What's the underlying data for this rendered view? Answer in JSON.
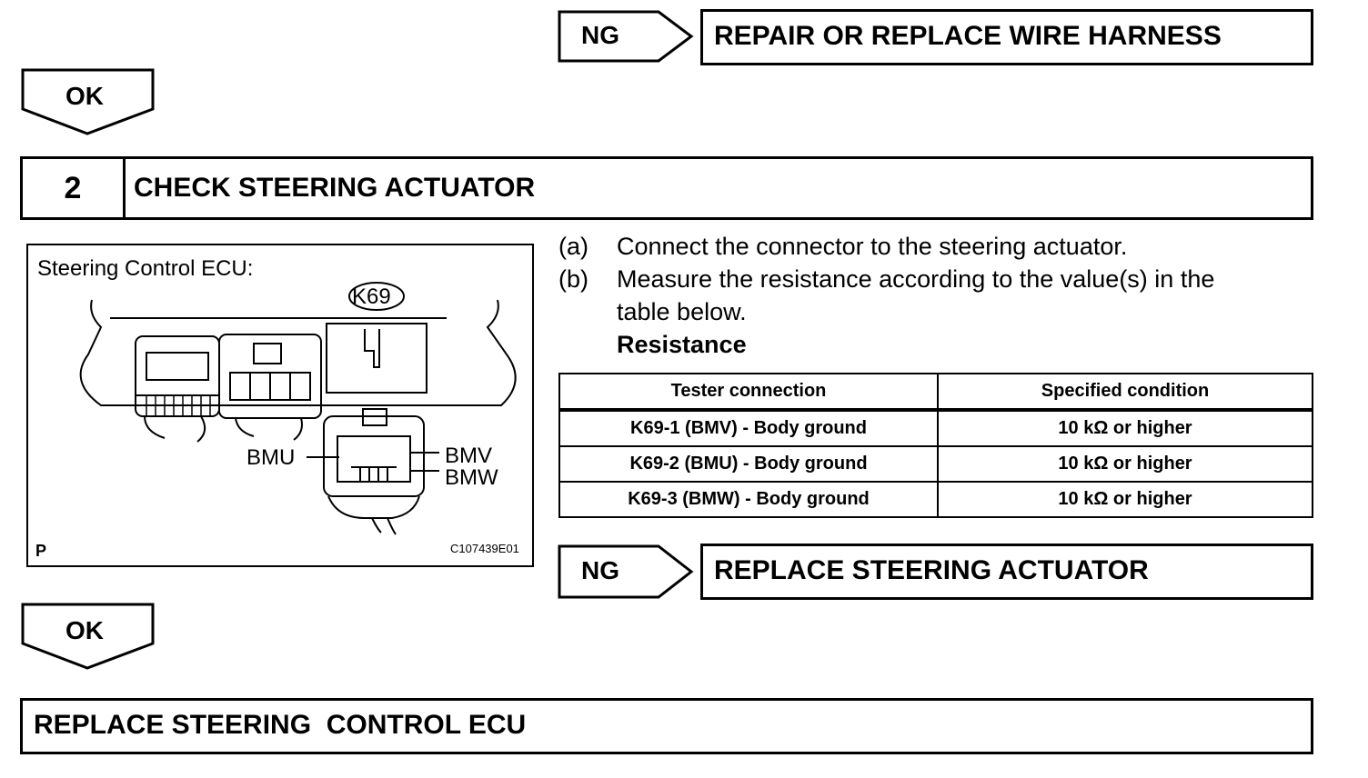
{
  "ng1": {
    "label": "NG",
    "action": "REPAIR OR REPLACE WIRE HARNESS"
  },
  "ok1": {
    "label": "OK"
  },
  "step2": {
    "number": "2",
    "title": "CHECK STEERING ACTUATOR"
  },
  "diagram": {
    "title": "Steering Control ECU:",
    "connector": "K69",
    "pin_bmu": "BMU",
    "pin_bmv": "BMV",
    "pin_bmw": "BMW",
    "corner_letter": "P",
    "code": "C107439E01"
  },
  "instructions": [
    {
      "marker": "(a)",
      "text": "Connect the connector to the steering actuator."
    },
    {
      "marker": "(b)",
      "text": "Measure the resistance according to the value(s) in the",
      "text2": "table below."
    }
  ],
  "table_title": "Resistance",
  "table": {
    "headers": [
      "Tester connection",
      "Specified condition"
    ],
    "rows": [
      [
        "K69-1 (BMV) - Body ground",
        "10 kΩ or higher"
      ],
      [
        "K69-2 (BMU) - Body ground",
        "10 kΩ or higher"
      ],
      [
        "K69-3 (BMW) - Body ground",
        "10 kΩ or higher"
      ]
    ]
  },
  "ng2": {
    "label": "NG",
    "action": "REPLACE STEERING ACTUATOR"
  },
  "ok2": {
    "label": "OK"
  },
  "final": {
    "action": "REPLACE STEERING  CONTROL ECU"
  }
}
